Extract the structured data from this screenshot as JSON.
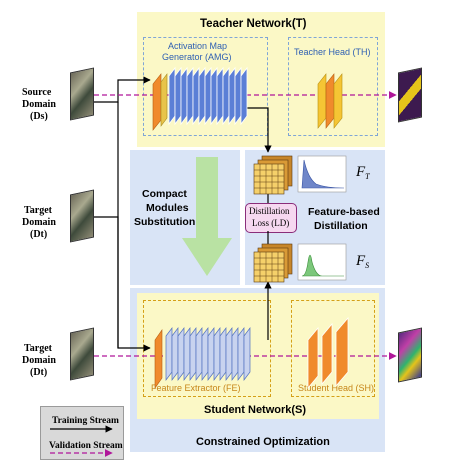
{
  "teacher": {
    "title": "Teacher Network(T)",
    "amg_line1": "Activation Map",
    "amg_line2": "Generator (AMG)",
    "head_label": "Teacher Head (TH)"
  },
  "inputs": {
    "source_line1": "Source",
    "source_line2": "Domain",
    "source_line3": "(Ds)",
    "target1_line1": "Target",
    "target1_line2": "Domain",
    "target1_line3": "(Dt)",
    "target2_line1": "Target",
    "target2_line2": "Domain",
    "target2_line3": "(Dt)"
  },
  "compact": {
    "line1": "Compact",
    "line2": "Modules",
    "line3": "Substitution"
  },
  "distill": {
    "ft_label": "F",
    "ft_sub": "T",
    "fs_label": "F",
    "fs_sub": "S",
    "loss_line1": "Distillation",
    "loss_line2": "Loss (LD)",
    "feature_line1": "Feature-based",
    "feature_line2": "Distillation"
  },
  "student": {
    "fe_label": "Feature Extractor (FE)",
    "sh_label": "Student Head (SH)",
    "title": "Student Network(S)",
    "constrained": "Constrained Optimization"
  },
  "legend": {
    "training": "Training Stream",
    "validation": "Validation Stream"
  },
  "colors": {
    "teacher_panel": "#fbf8c6",
    "blue_panel": "#d9e4f6",
    "training_arrow": "#000000",
    "validation_arrow": "#b0169a",
    "green_arrow": "#b9e2a3",
    "block_blue": "#5b7fd6",
    "block_orange": "#f08a2c",
    "block_yellow": "#f5c534"
  }
}
